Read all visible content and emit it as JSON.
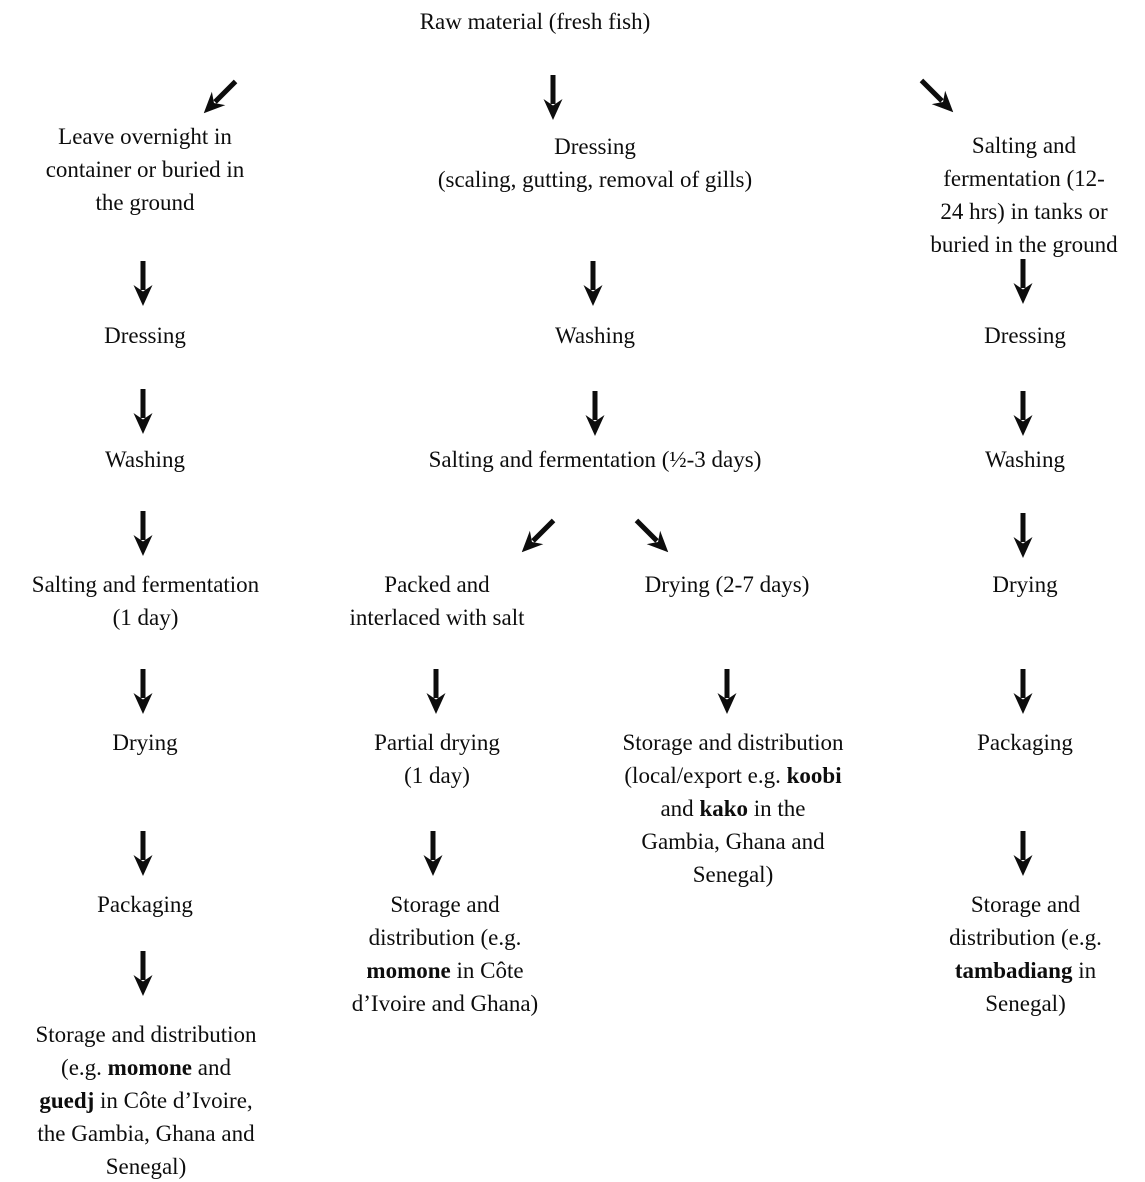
{
  "title": "Raw material (fresh fish)",
  "colors": {
    "ink": "#0d0d0d",
    "background": "#ffffff"
  },
  "flow": {
    "left": {
      "overnight": "Leave overnight in\ncontainer or buried in\nthe ground",
      "dressing": "Dressing",
      "washing": "Washing",
      "salting": "Salting and fermentation\n(1 day)",
      "drying": "Drying",
      "packaging": "Packaging",
      "storage_segments": [
        {
          "t": "Storage and distribution\n(e.g. ",
          "b": 0
        },
        {
          "t": "momone",
          "b": 1
        },
        {
          "t": " and\n",
          "b": 0
        },
        {
          "t": "guedj",
          "b": 1
        },
        {
          "t": " in Côte d’Ivoire,\nthe Gambia, Ghana and\nSenegal)",
          "b": 0
        }
      ]
    },
    "center": {
      "dressing": "Dressing\n(scaling, gutting, removal of gills)",
      "washing": "Washing",
      "salting": "Salting and fermentation (½-3 days)",
      "salt_branch": {
        "packed": "Packed and\ninterlaced with salt",
        "partial_drying": "Partial drying\n(1 day)",
        "storage_segments": [
          {
            "t": "Storage and\ndistribution (e.g.\n",
            "b": 0
          },
          {
            "t": "momone",
            "b": 1
          },
          {
            "t": " in Côte\nd’Ivoire and Ghana)",
            "b": 0
          }
        ]
      },
      "dry_branch": {
        "drying": "Drying (2-7 days)",
        "storage_segments": [
          {
            "t": "Storage and distribution\n(local/export e.g. ",
            "b": 0
          },
          {
            "t": "koobi",
            "b": 1
          },
          {
            "t": "\nand ",
            "b": 0
          },
          {
            "t": "kako",
            "b": 1
          },
          {
            "t": " in the\nGambia, Ghana and\nSenegal)",
            "b": 0
          }
        ]
      }
    },
    "right": {
      "salting": "Salting and\nfermentation (12-\n24 hrs) in tanks or\nburied in the ground",
      "dressing": "Dressing",
      "washing": "Washing",
      "drying": "Drying",
      "packaging": "Packaging",
      "storage_segments": [
        {
          "t": "Storage and\ndistribution (e.g.\n",
          "b": 0
        },
        {
          "t": "tambadiang",
          "b": 1
        },
        {
          "t": " in\nSenegal)",
          "b": 0
        }
      ]
    }
  }
}
